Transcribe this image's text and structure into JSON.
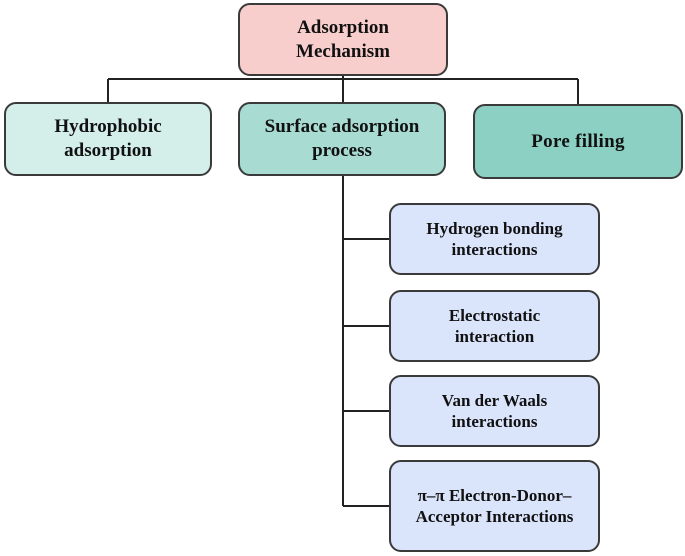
{
  "diagram": {
    "colors": {
      "root_fill": "#f8cecc",
      "level1_hydrophobic_fill": "#d4efea",
      "level1_surface_fill": "#a8dcd3",
      "level1_pore_fill": "#8ccfc3",
      "child_fill": "#dae4fb",
      "border": "#3a3a3a",
      "connector": "#222222"
    },
    "root": {
      "label": "Adsorption\nMechanism"
    },
    "level1": [
      {
        "label": "Hydrophobic\nadsorption"
      },
      {
        "label": "Surface adsorption\nprocess"
      },
      {
        "label": "Pore filling"
      }
    ],
    "surface_children": [
      {
        "label": "Hydrogen bonding\ninteractions"
      },
      {
        "label": "Electrostatic\ninteraction"
      },
      {
        "label": "Van der Waals\ninteractions"
      },
      {
        "label": "π–π Electron-Donor–\nAcceptor Interactions"
      }
    ]
  }
}
